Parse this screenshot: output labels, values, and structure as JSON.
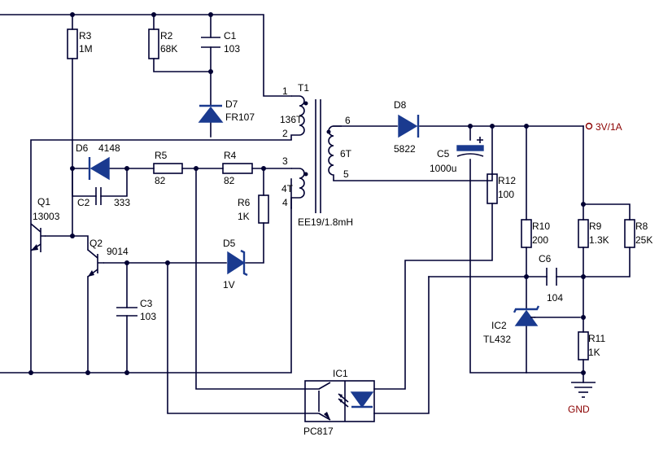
{
  "labels": {
    "r3_ref": "R3",
    "r3_val": "1M",
    "r2_ref": "R2",
    "r2_val": "68K",
    "c1_ref": "C1",
    "c1_val": "103",
    "d7_ref": "D7",
    "d7_val": "FR107",
    "t1_ref": "T1",
    "t1_pin1": "1",
    "t1_turns_primary": "136T",
    "t1_pin2": "2",
    "t1_pin3": "3",
    "t1_turns_aux": "4T",
    "t1_pin4": "4",
    "t1_pin6": "6",
    "t1_turns_secondary": "6T",
    "t1_pin5": "5",
    "t1_core": "EE19/1.8mH",
    "d8_ref": "D8",
    "d8_val": "5822",
    "c5_ref": "C5",
    "c5_val": "1000u",
    "output": "3V/1A",
    "d6_ref": "D6",
    "d6_val": "4148",
    "r5_ref": "R5",
    "r5_val": "82",
    "r4_ref": "R4",
    "r4_val": "82",
    "c2_ref": "C2",
    "c2_val": "333",
    "r6_ref": "R6",
    "r6_val": "1K",
    "q1_ref": "Q1",
    "q1_val": "13003",
    "q2_ref": "Q2",
    "q2_val": "9014",
    "d5_ref": "D5",
    "d5_val": "1V",
    "c3_ref": "C3",
    "c3_val": "103",
    "r12_ref": "R12",
    "r12_val": "100",
    "r10_ref": "R10",
    "r10_val": "200",
    "r9_ref": "R9",
    "r9_val": "1.3K",
    "r8_ref": "R8",
    "r8_val": "25K",
    "c6_ref": "C6",
    "c6_val": "104",
    "ic2_ref": "IC2",
    "ic2_val": "TL432",
    "r11_ref": "R11",
    "r11_val": "1K",
    "gnd": "GND",
    "ic1_ref": "IC1",
    "ic1_val": "PC817"
  },
  "colors": {
    "wire": "#000033",
    "component_fill": "#1a3a8f",
    "output_label": "#8b0000"
  }
}
